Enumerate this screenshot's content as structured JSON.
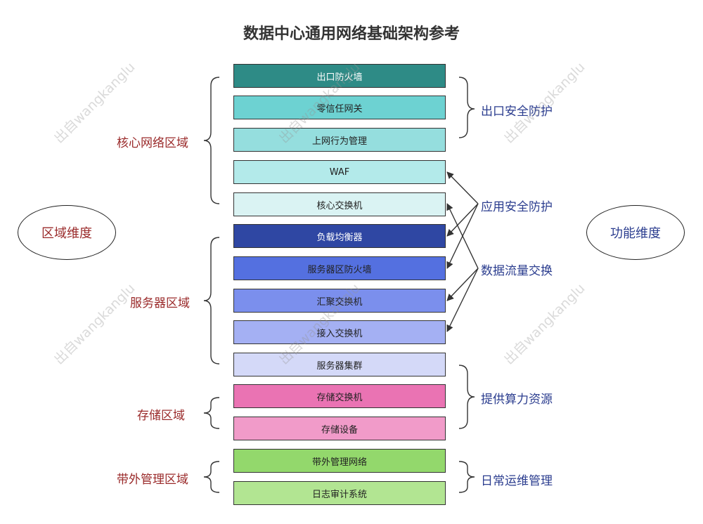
{
  "title": "数据中心通用网络基础架构参考",
  "blocks": [
    {
      "label": "出口防火墙",
      "color": "#2e8b86",
      "text_color": "#ffffff"
    },
    {
      "label": "零信任网关",
      "color": "#6dd2d2",
      "text_color": "#222222"
    },
    {
      "label": "上网行为管理",
      "color": "#95dede",
      "text_color": "#222222"
    },
    {
      "label": "WAF",
      "color": "#b3eaea",
      "text_color": "#222222"
    },
    {
      "label": "核心交换机",
      "color": "#daf3f3",
      "text_color": "#222222"
    },
    {
      "label": "负载均衡器",
      "color": "#2f47a3",
      "text_color": "#ffffff"
    },
    {
      "label": "服务器区防火墙",
      "color": "#5470e0",
      "text_color": "#222222"
    },
    {
      "label": "汇聚交换机",
      "color": "#7b8fed",
      "text_color": "#222222"
    },
    {
      "label": "接入交换机",
      "color": "#a4b0f3",
      "text_color": "#222222"
    },
    {
      "label": "服务器集群",
      "color": "#d4d9f8",
      "text_color": "#222222"
    },
    {
      "label": "存储交换机",
      "color": "#ea73b3",
      "text_color": "#222222"
    },
    {
      "label": "存储设备",
      "color": "#f19bc9",
      "text_color": "#222222"
    },
    {
      "label": "带外管理网络",
      "color": "#93d86c",
      "text_color": "#222222"
    },
    {
      "label": "日志审计系统",
      "color": "#b2e592",
      "text_color": "#222222"
    }
  ],
  "zones": {
    "core": "核心网络区域",
    "server": "服务器区域",
    "storage": "存储区域",
    "oob": "带外管理区域"
  },
  "functions": {
    "egress": "出口安全防护",
    "app": "应用安全防护",
    "dataflow": "数据流量交换",
    "compute": "提供算力资源",
    "ops": "日常运维管理"
  },
  "left_ellipse": "区域维度",
  "right_ellipse": "功能维度",
  "watermark": "出自wangkanglu",
  "colors": {
    "zone_label": "#9a2a2a",
    "function_label": "#2b3d8f"
  }
}
